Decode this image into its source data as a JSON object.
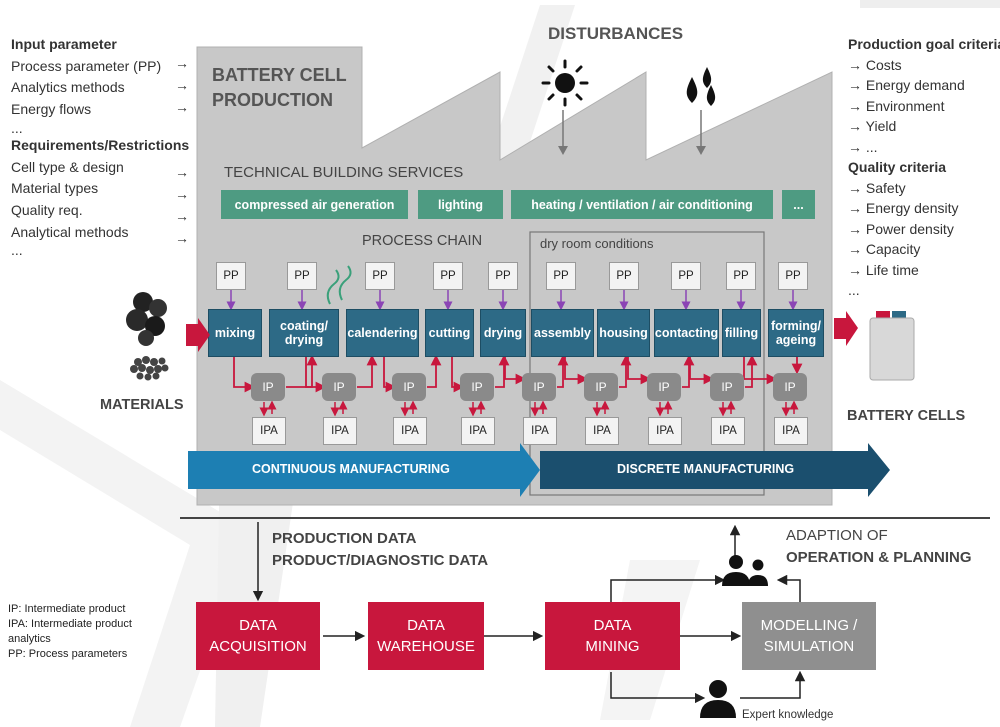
{
  "input": {
    "heading": "Input parameter",
    "items": [
      "Process parameter (PP)",
      "Analytics methods",
      "Energy flows"
    ],
    "ellipsis": "...",
    "req_heading": "Requirements/Restrictions",
    "req_items": [
      "Cell type & design",
      "Material types",
      "Quality req.",
      "Analytical methods"
    ],
    "req_ellipsis": "...",
    "arrow": "→"
  },
  "factory": {
    "title_line1": "BATTERY CELL",
    "title_line2": "PRODUCTION",
    "disturbances": "DISTURBANCES",
    "tbs_label": "TECHNICAL BUILDING SERVICES",
    "tbs_items": [
      "compressed air generation",
      "lighting",
      "heating / ventilation / air conditioning",
      "..."
    ],
    "process_chain": "PROCESS CHAIN",
    "dry_room": "dry room conditions",
    "pp": "PP",
    "ip": "IP",
    "ipa": "IPA",
    "steps": [
      "mixing",
      "coating/ drying",
      "calendering",
      "cutting",
      "drying",
      "assembly",
      "housing",
      "contacting",
      "filling",
      "forming/ ageing"
    ],
    "continuous": "CONTINUOUS MANUFACTURING",
    "discrete": "DISCRETE MANUFACTURING"
  },
  "materials": "MATERIALS",
  "battery_cells": "BATTERY CELLS",
  "goals": {
    "heading": "Production goal criteria",
    "items": [
      "→ Costs",
      "→ Energy demand",
      "→ Environment",
      "→ Yield",
      "→ ..."
    ],
    "quality_heading": "Quality criteria",
    "quality_items": [
      "→ Safety",
      "→ Energy density",
      "→ Power density",
      "→ Capacity",
      "→ Life time"
    ],
    "ellipsis": "..."
  },
  "data_flow": {
    "production_data": "PRODUCTION DATA",
    "product_data": "PRODUCT/DIAGNOSTIC DATA",
    "adaption_line1": "ADAPTION OF",
    "adaption_line2": "OPERATION & PLANNING",
    "acquisition_line1": "DATA",
    "acquisition_line2": "ACQUISITION",
    "warehouse_line1": "DATA",
    "warehouse_line2": "WAREHOUSE",
    "mining_line1": "DATA",
    "mining_line2": "MINING",
    "modelling_line1": "MODELLING /",
    "modelling_line2": "SIMULATION",
    "expert": "Expert knowledge"
  },
  "legend": {
    "ip": "IP: Intermediate product",
    "ipa_line1": "IPA: Intermediate product",
    "ipa_line2": "analytics",
    "pp": "PP: Process parameters"
  },
  "colors": {
    "factory_gray": "#c8c8c8",
    "tbs_green": "#4e9b82",
    "process_blue": "#2d6a86",
    "continuous_blue": "#1d7fb3",
    "discrete_navy": "#1b4f6e",
    "data_red": "#c8173d",
    "modelling_gray": "#8f8f8f",
    "arrow_red": "#c8173d",
    "pp_arrow_purple": "#8b45b5"
  }
}
